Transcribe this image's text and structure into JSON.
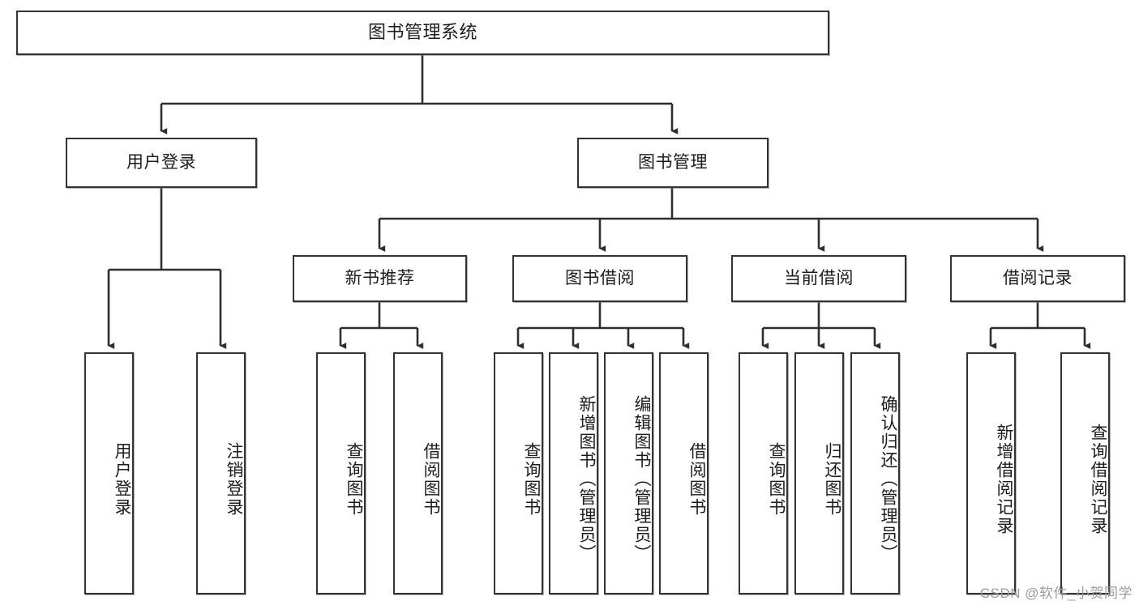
{
  "diagram": {
    "title": "图书管理系统",
    "type": "tree",
    "watermark": "CSDN @软件_小贺同学",
    "colors": {
      "stroke": "#333333",
      "fill": "#ffffff",
      "text": "#1c1c1c",
      "watermark": "#9b9b9b"
    },
    "root": {
      "label": "图书管理系统"
    },
    "level2": [
      {
        "label": "用户登录"
      },
      {
        "label": "图书管理"
      }
    ],
    "level3": [
      {
        "label": "新书推荐"
      },
      {
        "label": "图书借阅"
      },
      {
        "label": "当前借阅"
      },
      {
        "label": "借阅记录"
      }
    ],
    "leaves": {
      "user_login": [
        {
          "label": "用户登录"
        },
        {
          "label": "注销登录"
        }
      ],
      "new_book_recommend": [
        {
          "label": "查询图书"
        },
        {
          "label": "借阅图书"
        }
      ],
      "book_borrow": [
        {
          "label": "查询图书"
        },
        {
          "label": "新增图书（管理员）"
        },
        {
          "label": "编辑图书（管理员）"
        },
        {
          "label": "借阅图书"
        }
      ],
      "current_borrow": [
        {
          "label": "查询图书"
        },
        {
          "label": "归还图书"
        },
        {
          "label": "确认归还（管理员）"
        }
      ],
      "borrow_record": [
        {
          "label": "新增借阅记录"
        },
        {
          "label": "查询借阅记录"
        }
      ]
    }
  }
}
